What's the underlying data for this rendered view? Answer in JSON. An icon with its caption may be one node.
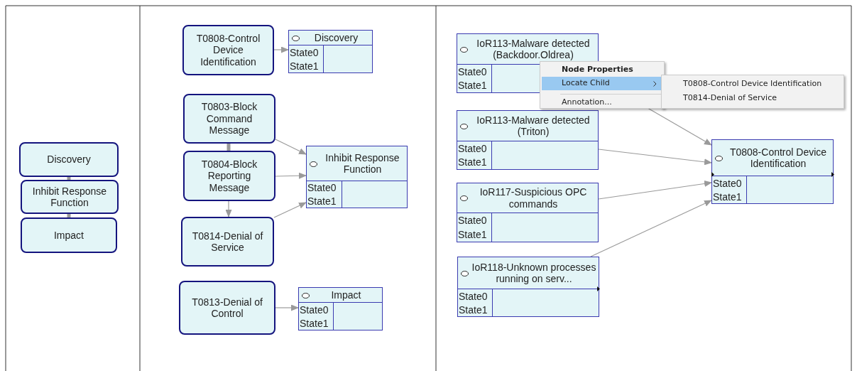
{
  "diagram": {
    "nodes": [
      {
        "text": [
          "Discovery"
        ]
      },
      {
        "text": [
          "Inhibit Response Function"
        ]
      },
      {
        "text": [
          "Impact"
        ]
      },
      {
        "text": [
          "T0808-Control Device Identification"
        ]
      },
      {
        "text": [
          "Discovery",
          "State0",
          "State1"
        ]
      },
      {
        "text": [
          "T0803-Block Command Message"
        ]
      },
      {
        "text": [
          "T0804-Block Reporting Message"
        ]
      },
      {
        "text": [
          "T0814-Denial of Service"
        ]
      },
      {
        "text": [
          "Inhibit Response Function",
          "State0",
          "State1"
        ]
      },
      {
        "text": [
          "T0813-Denial of Control"
        ]
      },
      {
        "text": [
          "Impact",
          "State0",
          "State1"
        ]
      },
      {
        "text": [
          "IoR113-Malware detected (Backdoor.Oldrea)",
          "State0",
          "State1"
        ]
      },
      {
        "text": [
          "IoR113-Malware detected (Triton)",
          "State0",
          "State1"
        ]
      },
      {
        "text": [
          "IoR117-Suspicious OPC commands",
          "State0",
          "State1"
        ]
      },
      {
        "text": [
          "IoR118-Unknown processes running on serv...",
          "State0",
          "State1"
        ]
      },
      {
        "text": [
          "T0808-Control Device Identification",
          "State0",
          "State1"
        ]
      }
    ],
    "edges": [
      {
        "from": 0,
        "to": 1,
        "arrow": "none",
        "style": "thick"
      },
      {
        "from": 1,
        "to": 2,
        "arrow": "none",
        "style": "thick"
      },
      {
        "from": 3,
        "to": 4,
        "arrow": "to"
      },
      {
        "from": 5,
        "to": 6,
        "arrow": "none",
        "style": "thick"
      },
      {
        "from": 6,
        "to": 7,
        "arrow": "to"
      },
      {
        "from": 5,
        "to": 8,
        "arrow": "to"
      },
      {
        "from": 6,
        "to": 8,
        "arrow": "to"
      },
      {
        "from": 7,
        "to": 8,
        "arrow": "to"
      },
      {
        "from": 9,
        "to": 10,
        "arrow": "to"
      },
      {
        "from": 11,
        "to": 15,
        "arrow": "to"
      },
      {
        "from": 12,
        "to": 15,
        "arrow": "to"
      },
      {
        "from": 13,
        "to": 15,
        "arrow": "to"
      },
      {
        "from": 14,
        "to": 15,
        "arrow": "to"
      }
    ],
    "labels": [
      "Node Properties",
      "Locate Child",
      "Annotation...",
      "T0808-Control Device Identification",
      "T0814-Denial of Service"
    ]
  }
}
